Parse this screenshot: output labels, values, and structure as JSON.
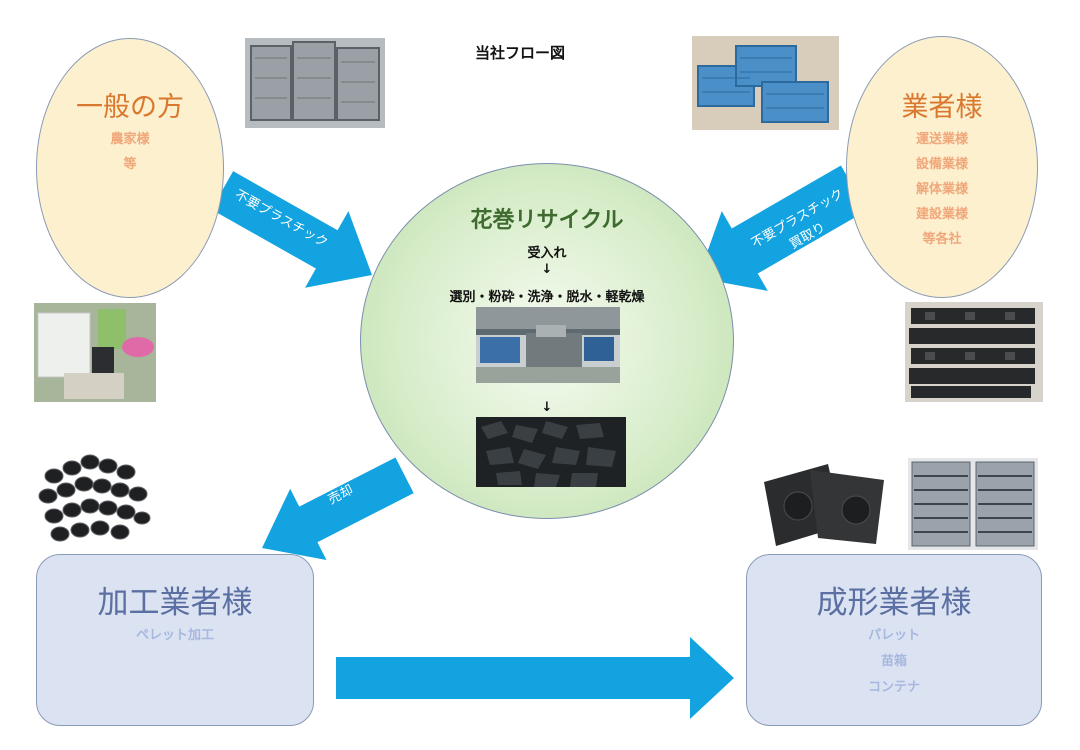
{
  "title": "当社フロー図",
  "left_source": {
    "title": "一般の方",
    "lines": [
      "農家様",
      "等"
    ]
  },
  "right_source": {
    "title": "業者様",
    "lines": [
      "運送業様",
      "設備業様",
      "解体業様",
      "建設業様",
      "等各社"
    ]
  },
  "center": {
    "title": "花巻リサイクル",
    "step1": "受入れ",
    "arrow1": "↓",
    "step2": "選別・粉砕・洗浄・脱水・軽乾燥",
    "arrow2": "↓"
  },
  "arrows": {
    "left_in_line1": "不要プラスチック",
    "right_in_line1": "不要プラスチック",
    "right_in_line2": "買取り",
    "sale": "売却"
  },
  "processor": {
    "title": "加工業者様",
    "lines": [
      "ペレット加工"
    ]
  },
  "molder": {
    "title": "成形業者様",
    "lines": [
      "パレット",
      "苗箱",
      "コンテナ"
    ]
  },
  "colors": {
    "arrow": "#12a3e0",
    "oval_fill": "#fdf0cf",
    "oval_text": "#d9782f",
    "circle_fill": "#c9e4b9",
    "box_fill": "#dbe3f3",
    "box_text": "#5b6fa2"
  }
}
